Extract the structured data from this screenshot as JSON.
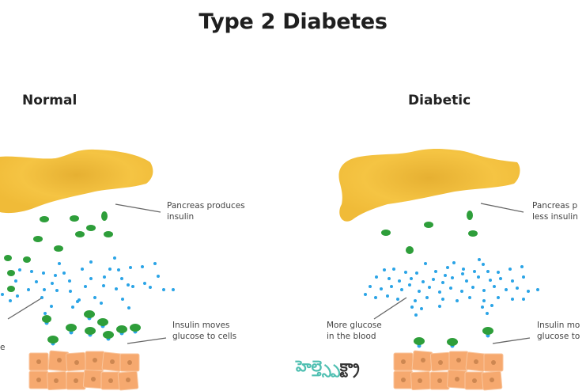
{
  "title": "Type 2 Diabetes",
  "panels": {
    "normal": {
      "heading": "Normal",
      "labels": {
        "pancreas": [
          "Pancreas produces",
          "insulin"
        ],
        "insulin": [
          "Insulin moves",
          "glucose to cells"
        ],
        "glucose_partial": "e"
      }
    },
    "diabetic": {
      "heading": "Diabetic",
      "labels": {
        "pancreas": [
          "Pancreas p",
          "less insulin"
        ],
        "glucose": [
          "More glucose",
          "in the blood"
        ],
        "insulin": [
          "Insulin mo",
          "glucose to"
        ]
      }
    }
  },
  "watermark": {
    "part1": "హెల్త్",
    "part2": "స్పెక్ట్రా"
  },
  "colors": {
    "pancreas": "#f3c13f",
    "insulin": "#2e9e3a",
    "glucose": "#2aa4e6",
    "cells": "#f5a56b",
    "cell_nucleus": "#b8733f",
    "leader_line": "#666666"
  }
}
